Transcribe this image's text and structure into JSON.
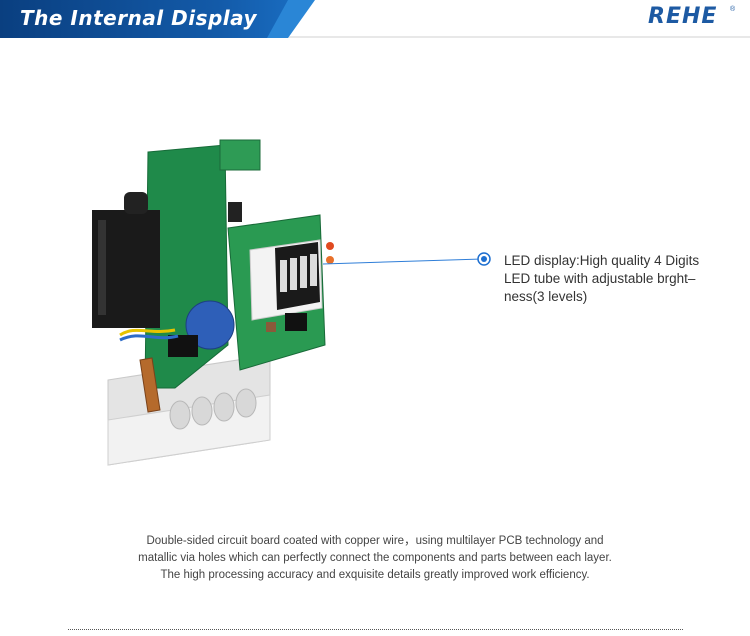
{
  "header": {
    "title": "The Internal Display",
    "brand": "REHE",
    "brand_mark": "®",
    "colors": {
      "banner": "#135aa8",
      "brand": "#1d5aa3"
    }
  },
  "callout": {
    "lines": [
      "LED display:High quality 4 Digits",
      "LED tube with adjustable brght–",
      "ness(3 levels)"
    ],
    "dot_color": "#1e6fd0"
  },
  "description": {
    "lines": [
      "Double-sided circuit board coated with copper wire，using multilayer PCB technology and",
      "matallic via holes which can perfectly connect the components and parts between each layer.",
      "The high processing accuracy and exquisite details greatly improved work efficiency."
    ]
  }
}
